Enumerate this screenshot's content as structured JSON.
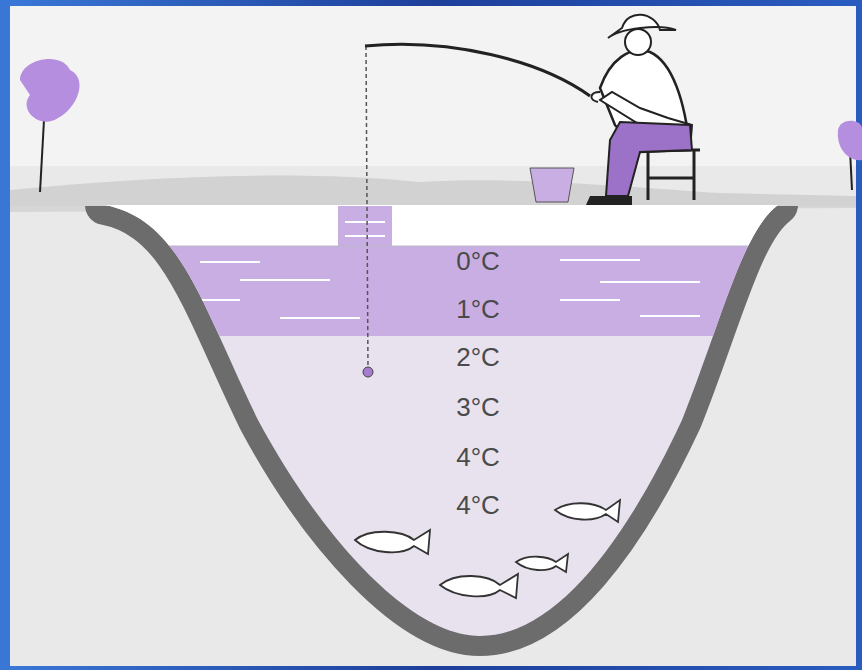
{
  "diagram": {
    "labels": [
      "0°C",
      "1°C",
      "2°C",
      "3°C",
      "4°C",
      "4°C"
    ]
  }
}
